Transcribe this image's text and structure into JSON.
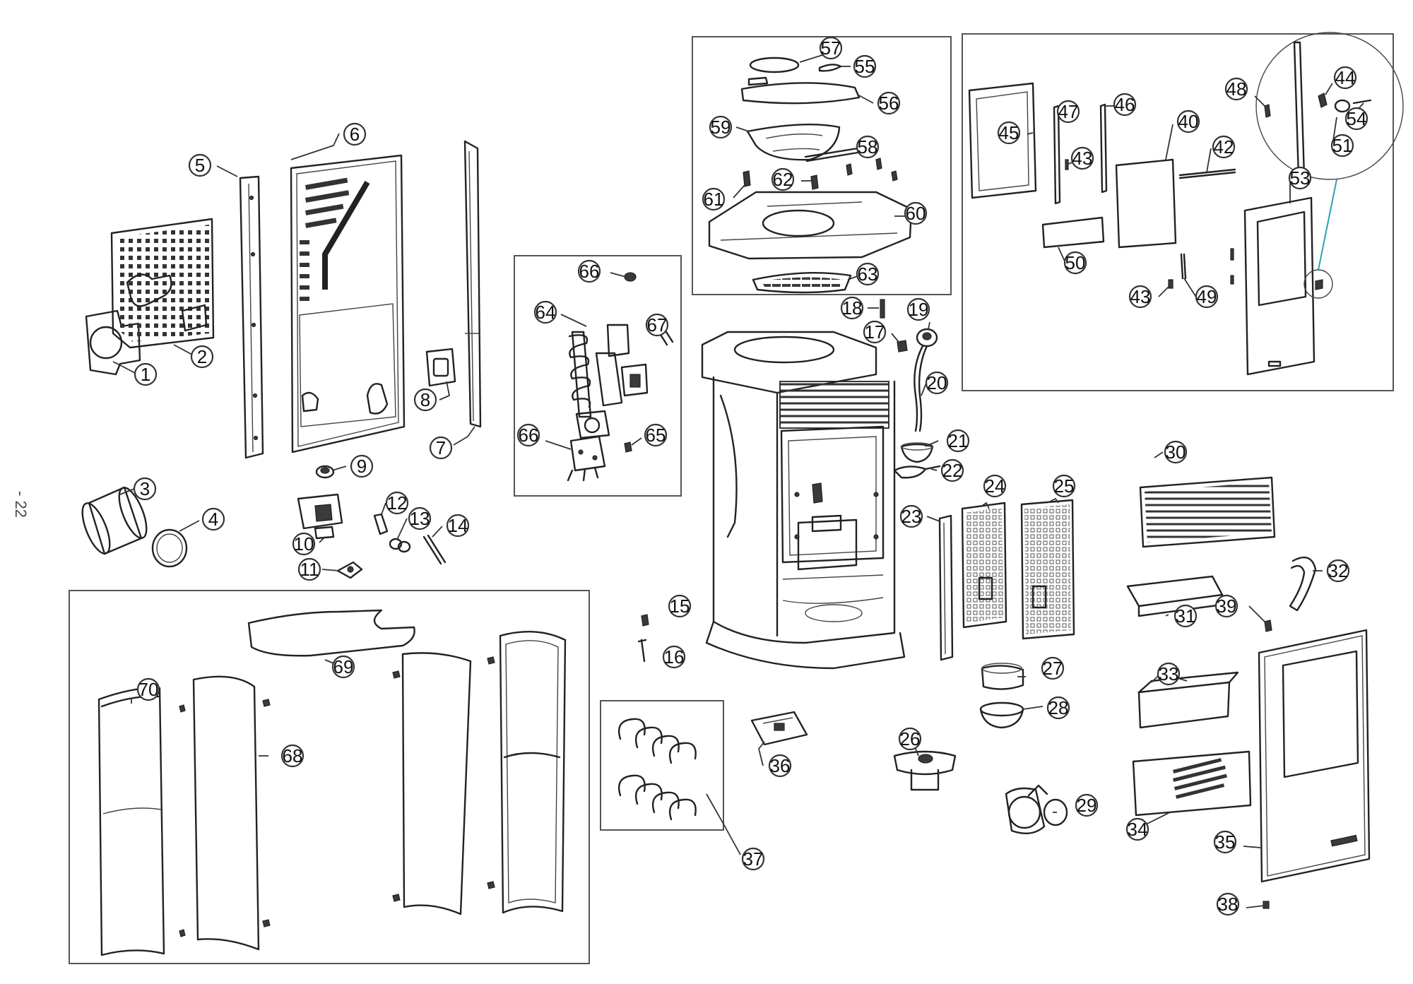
{
  "page_label": "- 22",
  "colors": {
    "line": "#222222",
    "callout_border": "#333333",
    "connector": "#2aa3b5"
  },
  "callouts": [
    "1",
    "2",
    "3",
    "4",
    "5",
    "6",
    "7",
    "8",
    "9",
    "10",
    "11",
    "12",
    "13",
    "14",
    "15",
    "16",
    "17",
    "18",
    "19",
    "20",
    "21",
    "22",
    "23",
    "24",
    "25",
    "26",
    "27",
    "28",
    "29",
    "30",
    "31",
    "32",
    "33",
    "34",
    "35",
    "36",
    "37",
    "38",
    "39",
    "40",
    "42",
    "43",
    "43",
    "44",
    "45",
    "46",
    "47",
    "48",
    "49",
    "50",
    "51",
    "53",
    "54",
    "55",
    "56",
    "57",
    "58",
    "59",
    "60",
    "61",
    "62",
    "63",
    "64",
    "65",
    "66",
    "66",
    "67",
    "68",
    "69",
    "70"
  ]
}
